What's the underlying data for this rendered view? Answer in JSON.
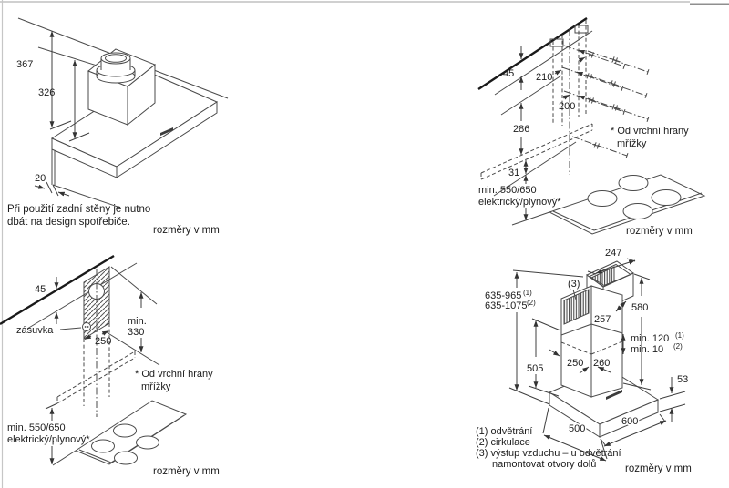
{
  "colors": {
    "line": "#4a4a4a",
    "wall": "#1a1a1a",
    "text": "#1c1c1c",
    "frame": "#b5b5b5"
  },
  "panels": {
    "top_left": {
      "dim_total": "367",
      "dim_body": "326",
      "dim_panel": "20",
      "note1": "Při použití zadní stěny je nutno",
      "note2": "dbát na design spotřebiče.",
      "units": "rozměry v mm"
    },
    "top_right": {
      "dim_wall_offset": "45",
      "dim_upper_width": "210",
      "dim_duct": "200",
      "dim_height": "286",
      "dim_gap": "31",
      "clearance1": "min. 550/650",
      "clearance2": "elektrický/plynový*",
      "foot1": "* Od vrchní hrany",
      "foot2": "mřížky",
      "units": "rozměry v mm"
    },
    "bottom_left": {
      "dim_wall_offset": "45",
      "socket": "zásuvka",
      "dim_width": "250",
      "min_label": "min.",
      "min_value": "330",
      "clearance1": "min. 550/650",
      "clearance2": "elektrický/plynový*",
      "foot1": "* Od vrchní hrany",
      "foot2": "mřížky",
      "units": "rozměry v mm"
    },
    "bottom_right": {
      "dim_depth": "247",
      "marker3": "(3)",
      "range1": "635-965",
      "range1_sup": "(1)",
      "range2": "635-1075",
      "range2_sup": "(2)",
      "dim_height": "580",
      "dim_width": "257",
      "min1": "min. 120",
      "min1_sup": "(1)",
      "min2": "min. 10",
      "min2_sup": "(2)",
      "dim_lower": "505",
      "dim_duct_a": "250",
      "dim_duct_b": "260",
      "dim_canopy_h": "53",
      "dim_canopy_d": "500",
      "dim_canopy_w": "600",
      "legend1": "(1) odvětrání",
      "legend2": "(2) cirkulace",
      "legend3": "(3) výstup vzduchu – u odvětrání",
      "legend3b": "namontovat otvory dolů",
      "units": "rozměry v mm"
    }
  }
}
